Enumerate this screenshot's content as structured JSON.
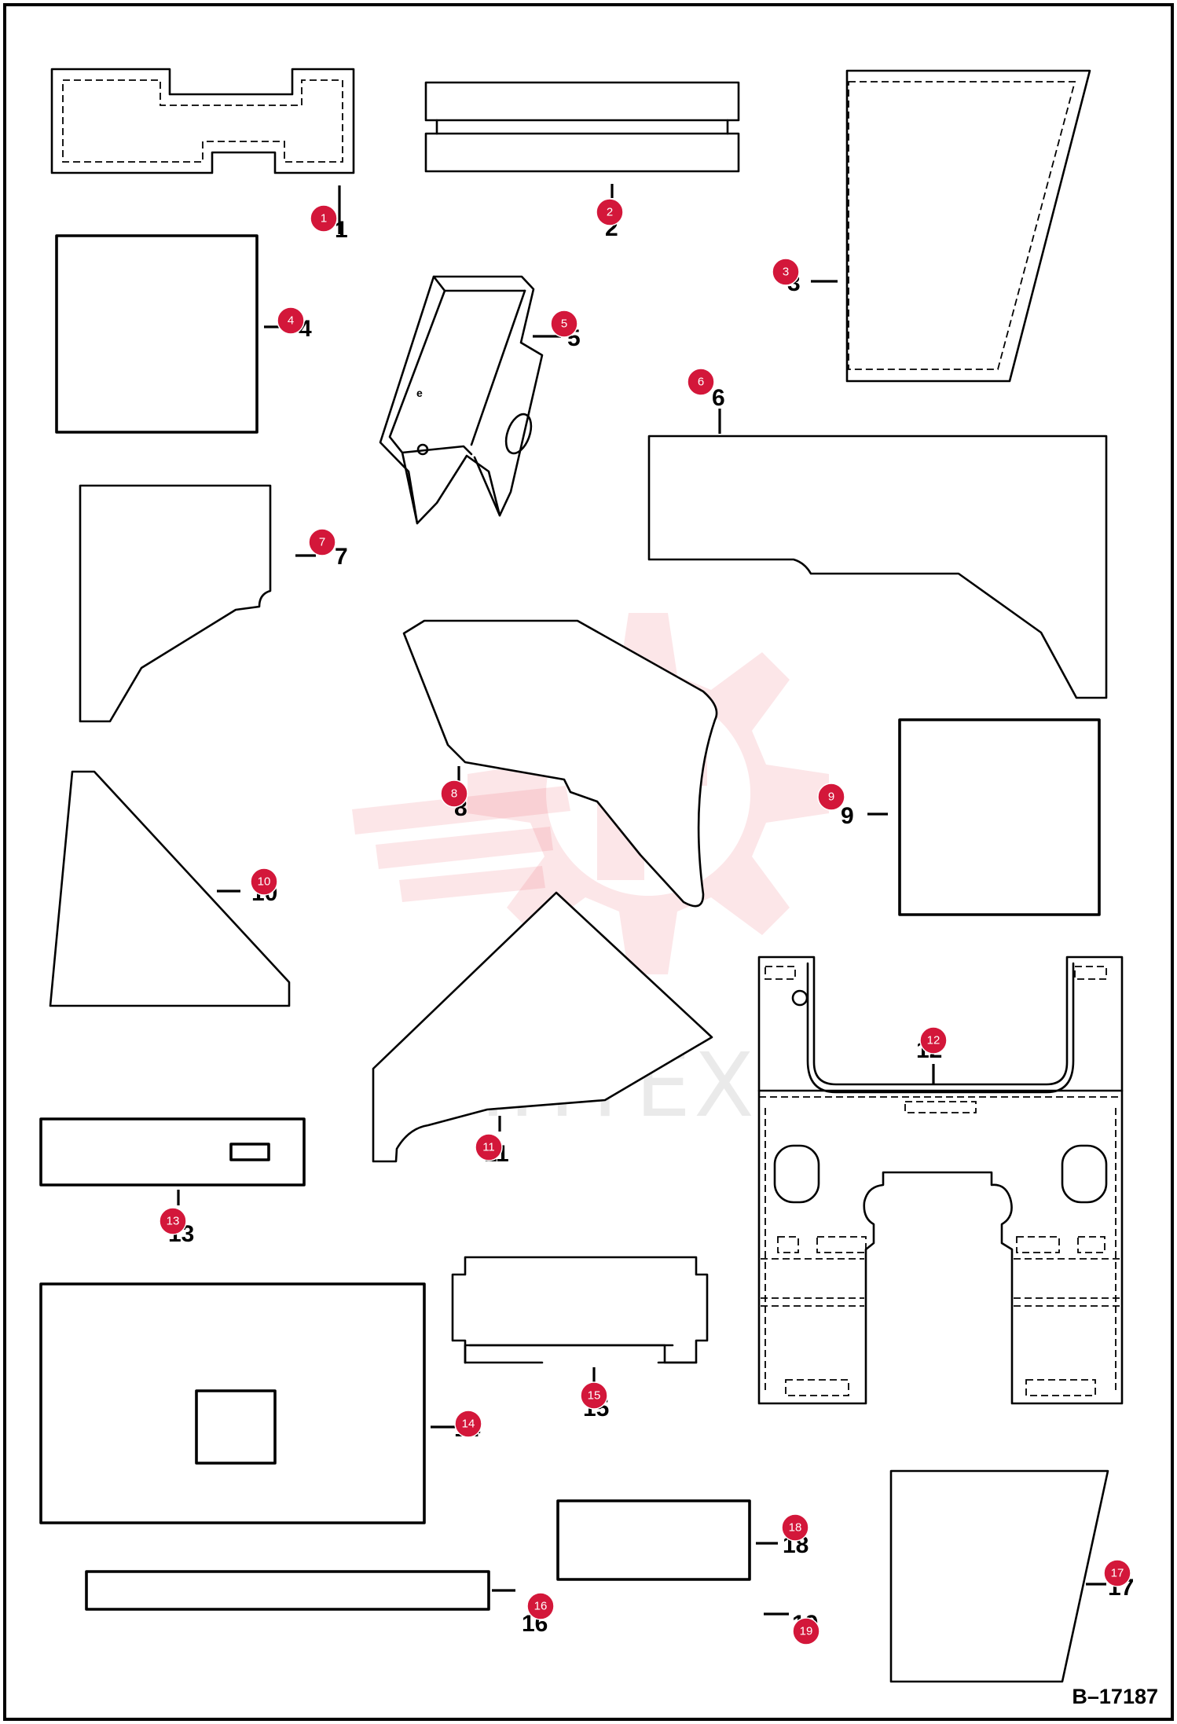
{
  "drawing_ref": "B–17187",
  "watermark": "ИНТЕХ",
  "colors": {
    "marker": "#d3173a",
    "watermark": "#e73a4c"
  },
  "parts": [
    {
      "id": "1",
      "num": "1"
    },
    {
      "id": "2",
      "num": "2"
    },
    {
      "id": "3",
      "num": "3"
    },
    {
      "id": "4",
      "num": "4"
    },
    {
      "id": "5",
      "num": "5"
    },
    {
      "id": "6",
      "num": "6"
    },
    {
      "id": "7",
      "num": "7"
    },
    {
      "id": "8",
      "num": "8"
    },
    {
      "id": "9",
      "num": "9"
    },
    {
      "id": "10",
      "num": "10"
    },
    {
      "id": "11",
      "num": "11"
    },
    {
      "id": "12",
      "num": "12"
    },
    {
      "id": "13",
      "num": "13"
    },
    {
      "id": "14",
      "num": "14"
    },
    {
      "id": "15",
      "num": "15"
    },
    {
      "id": "16",
      "num": "16"
    },
    {
      "id": "17",
      "num": "17"
    },
    {
      "id": "18",
      "num": "18"
    },
    {
      "id": "19",
      "num": "19"
    }
  ]
}
